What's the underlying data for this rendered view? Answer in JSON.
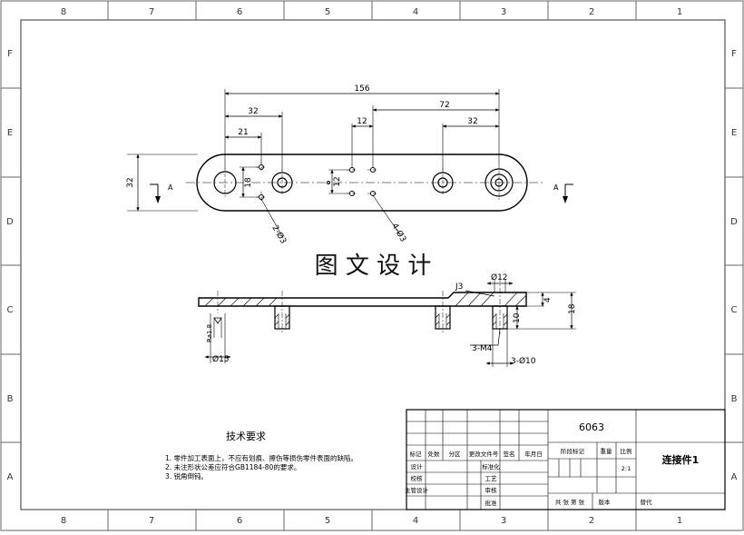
{
  "zones": {
    "columns": [
      "8",
      "7",
      "6",
      "5",
      "4",
      "3",
      "2",
      "1"
    ],
    "rows": [
      "F",
      "E",
      "D",
      "C",
      "B",
      "A"
    ]
  },
  "watermark": "图 文 设 计",
  "top_view": {
    "dims": [
      "156",
      "72",
      "32",
      "12",
      "32",
      "21",
      "18",
      "12",
      "32"
    ],
    "hole_callouts": [
      "2-Ø3",
      "4-Ø3"
    ],
    "section_mark": "A"
  },
  "section_view": {
    "dims": [
      "Ø12",
      "4",
      "18",
      "J3",
      "10",
      "3-M4",
      "Ø15",
      "3-Ø10"
    ],
    "side_label": "Ra1.8"
  },
  "tech_requirements": {
    "title": "技术要求",
    "items": [
      "1. 零件加工表面上，不应有划痕、擦伤等损伤零件表面的缺陷。",
      "2. 未注形状公差应符合GB1184-80的要求。",
      "3. 锐角倒钝。"
    ]
  },
  "title_block": {
    "material": "6063",
    "part_name": "连接件1",
    "row_header": [
      "标记",
      "处数",
      "分区",
      "更改文件号",
      "签名",
      "年月日"
    ],
    "left_labels": [
      "设计",
      "校核",
      "主管设计"
    ],
    "mid_labels": [
      "标准化",
      "工艺",
      "审核",
      "批准"
    ],
    "stage_labels": [
      "阶段标记",
      "重量",
      "比例"
    ],
    "scale": "2:1",
    "sheets_text": "共 张 第 张",
    "version": "版本",
    "replace": "替代"
  }
}
